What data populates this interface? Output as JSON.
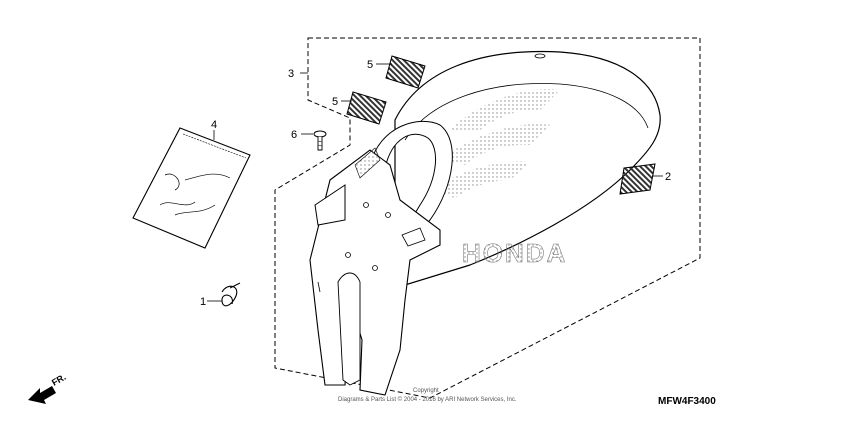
{
  "diagram": {
    "reference_code": "MFW4F3400",
    "copyright": {
      "line1": "Copyright",
      "line2": "Diagrams & Parts List © 2004 - 2016 by ARI Network Services, Inc."
    },
    "direction_label": "FR.",
    "brand_marking": "HONDA",
    "callouts": [
      {
        "number": "1",
        "part": "clip"
      },
      {
        "number": "2",
        "part": "reflector"
      },
      {
        "number": "3",
        "part": "rear-fender-assembly"
      },
      {
        "number": "4",
        "part": "manual-bag"
      },
      {
        "number": "5",
        "part": "reflector"
      },
      {
        "number": "5",
        "part": "reflector"
      },
      {
        "number": "6",
        "part": "bolt"
      }
    ]
  }
}
